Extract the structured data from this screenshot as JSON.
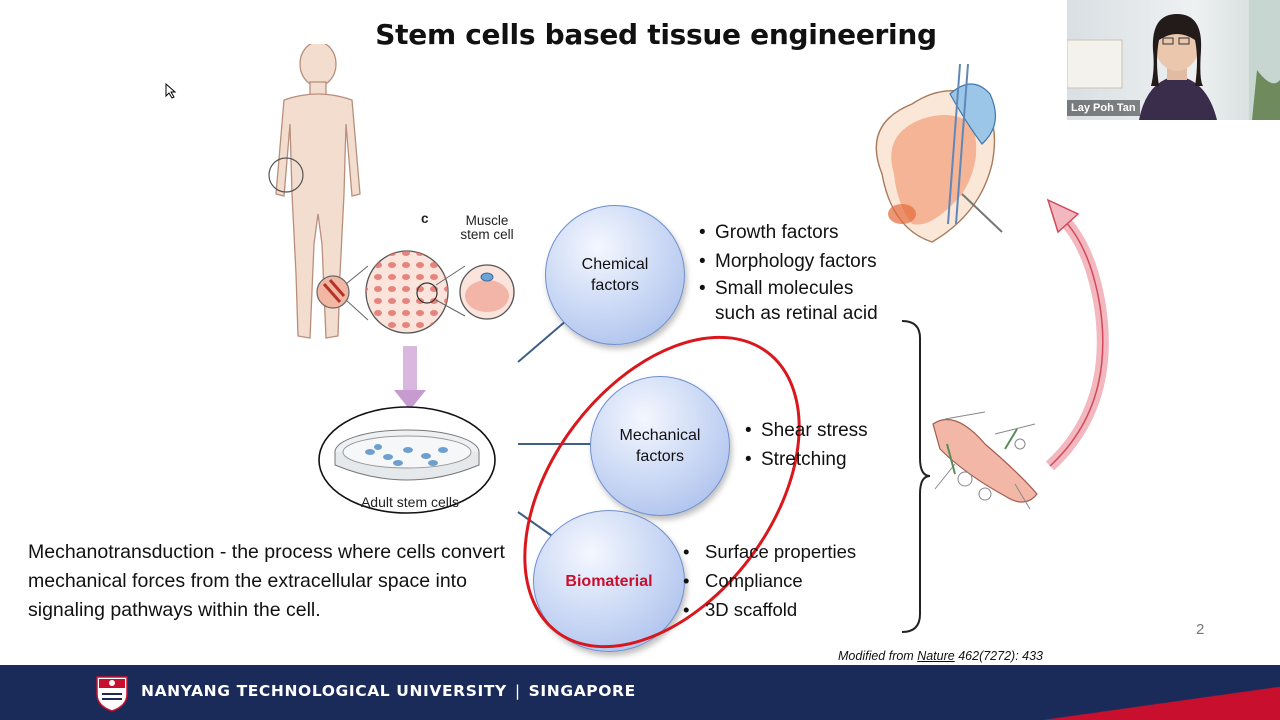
{
  "slide": {
    "title": "Stem cells based tissue engineering",
    "panel_label": "c",
    "muscle_label_line1": "Muscle",
    "muscle_label_line2": "stem cell",
    "dish_label": "Adult stem cells",
    "page_number": "2",
    "credit_prefix": "Modified from ",
    "credit_journal": "Nature",
    "credit_suffix": " 462(7272): 433",
    "description": "Mechanotransduction - the process where cells convert mechanical forces from the extracellular space into signaling pathways within the cell."
  },
  "factors": {
    "chemical": {
      "label": "Chemical\nfactors",
      "bullets": [
        "Growth factors",
        "Morphology factors",
        "Small molecules\nsuch as retinal acid"
      ]
    },
    "mechanical": {
      "label": "Mechanical\nfactors",
      "bullets": [
        "Shear stress",
        "Stretching"
      ]
    },
    "biomaterial": {
      "label": "Biomaterial",
      "label_color": "#c8102e",
      "bullets": [
        "Surface properties",
        "Compliance",
        "3D scaffold"
      ]
    }
  },
  "footer": {
    "university": "NANYANG TECHNOLOGICAL UNIVERSITY",
    "separator": "|",
    "country": "SINGAPORE",
    "bar_color": "#1a2b59",
    "accent_color": "#c8102e"
  },
  "video": {
    "participant_name": "Lay Poh Tan"
  },
  "highlight_color": "#d9181e"
}
